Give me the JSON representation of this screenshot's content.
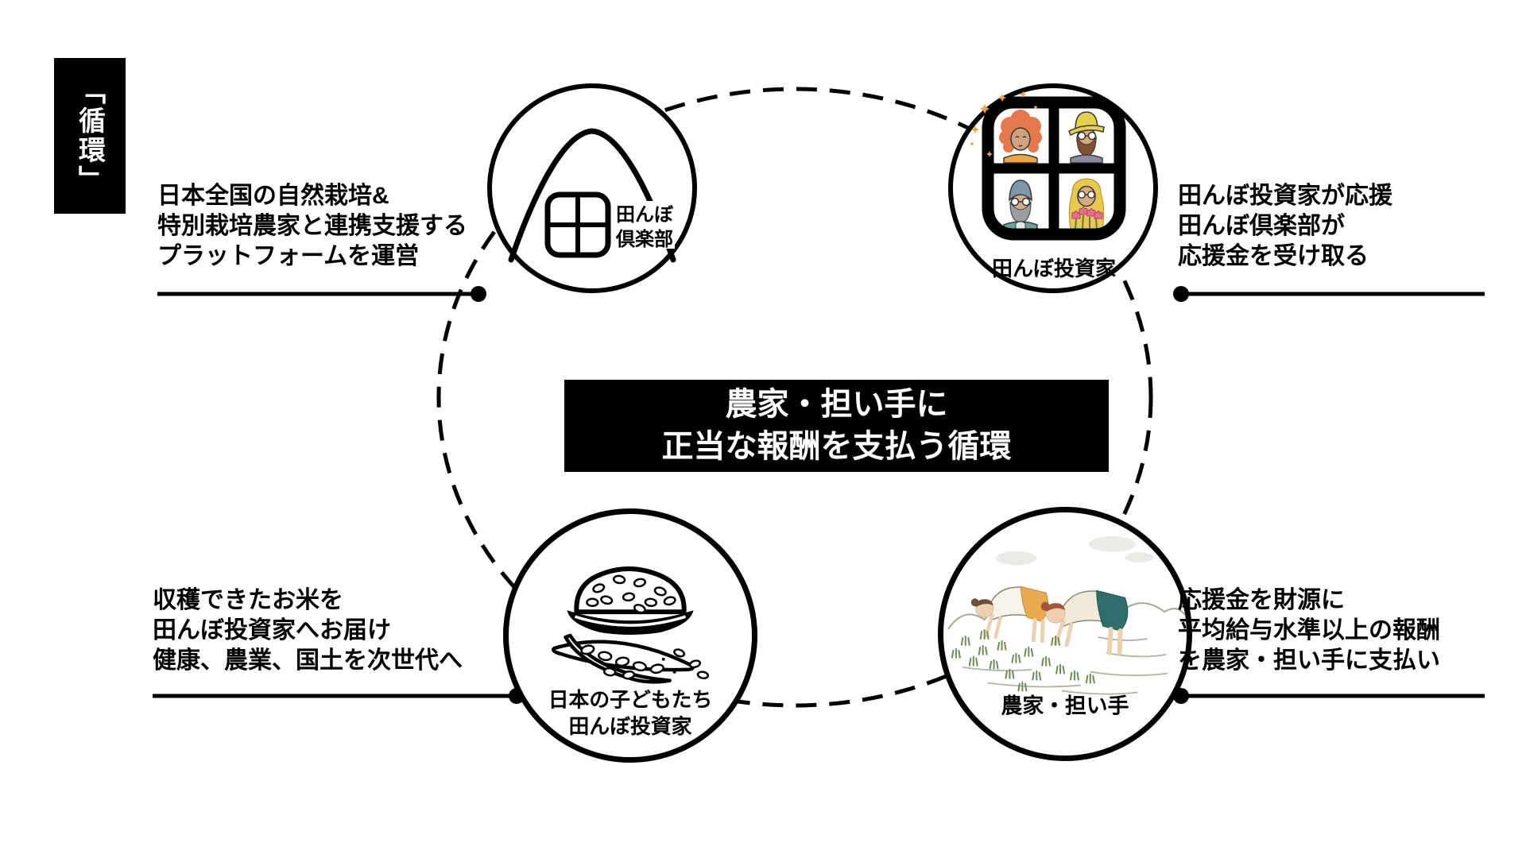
{
  "badge": {
    "text": "「循環」"
  },
  "center_box": {
    "line1": "農家・担い手に",
    "line2": "正当な報酬を支払う循環"
  },
  "nodes": {
    "club": {
      "icon": "rice-house-logo",
      "label_line1": "田んぼ",
      "label_line2": "倶楽部"
    },
    "investors": {
      "icon": "investor-portraits-grid",
      "label": "田んぼ投資家"
    },
    "children": {
      "icon": "rice-bowl",
      "label_line1": "日本の子どもたち",
      "label_line2": "田んぼ投資家"
    },
    "farmers": {
      "icon": "rice-planting-scene",
      "label": "農家・担い手"
    }
  },
  "annotations": {
    "club": {
      "line1": "日本全国の自然栽培&",
      "line2": "特別栽培農家と連携支援する",
      "line3": "プラットフォームを運営"
    },
    "investors": {
      "line1": "田んぼ投資家が応援",
      "line2": "田んぼ倶楽部が",
      "line3": "応援金を受け取る"
    },
    "children": {
      "line1": "収穫できたお米を",
      "line2": "田んぼ投資家へお届け",
      "line3": "健康、農業、国土を次世代へ"
    },
    "farmers": {
      "line1": "応援金を財源に",
      "line2": "平均給与水準以上の報酬",
      "line3": "を農家・担い手に支払い"
    }
  },
  "colors": {
    "ink": "#000000",
    "background": "#ffffff",
    "star_orange": "#f0a53f",
    "hair_orange": "#e5794c",
    "cap_yellow": "#e6d14c",
    "tulip_pink": "#e46e8e",
    "skirt_orange": "#e9a94e",
    "skirt_teal": "#2f6e6a",
    "scene_green": "#9fae8e"
  }
}
